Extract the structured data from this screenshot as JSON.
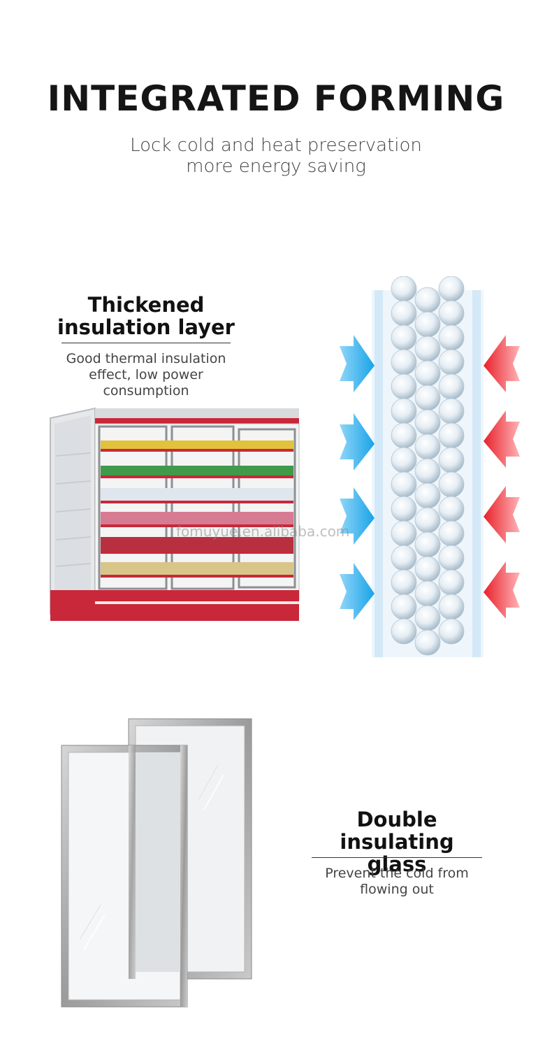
{
  "header": {
    "title": "INTEGRATED FORMING",
    "subtitle_line1": "Lock cold and heat preservation",
    "subtitle_line2": "more energy saving"
  },
  "feature_insulation": {
    "title_line1": "Thickened",
    "title_line2": "insulation layer",
    "desc_line1": "Good thermal insulation",
    "desc_line2": "effect, low power",
    "desc_line3": "consumption"
  },
  "feature_glass": {
    "title_line1": "Double",
    "title_line2": "insulating glass",
    "desc_line1": "Prevent the cold from",
    "desc_line2": "flowing out"
  },
  "watermark": "fomuyue.en.alibaba.com",
  "colors": {
    "cold_arrow": "#1aa3e8",
    "heat_arrow": "#e8202a",
    "cabinet_red": "#c8283a",
    "frame_silver": "#a8a8a8"
  },
  "icons": [
    "cold-arrow-icon",
    "heat-arrow-icon"
  ]
}
